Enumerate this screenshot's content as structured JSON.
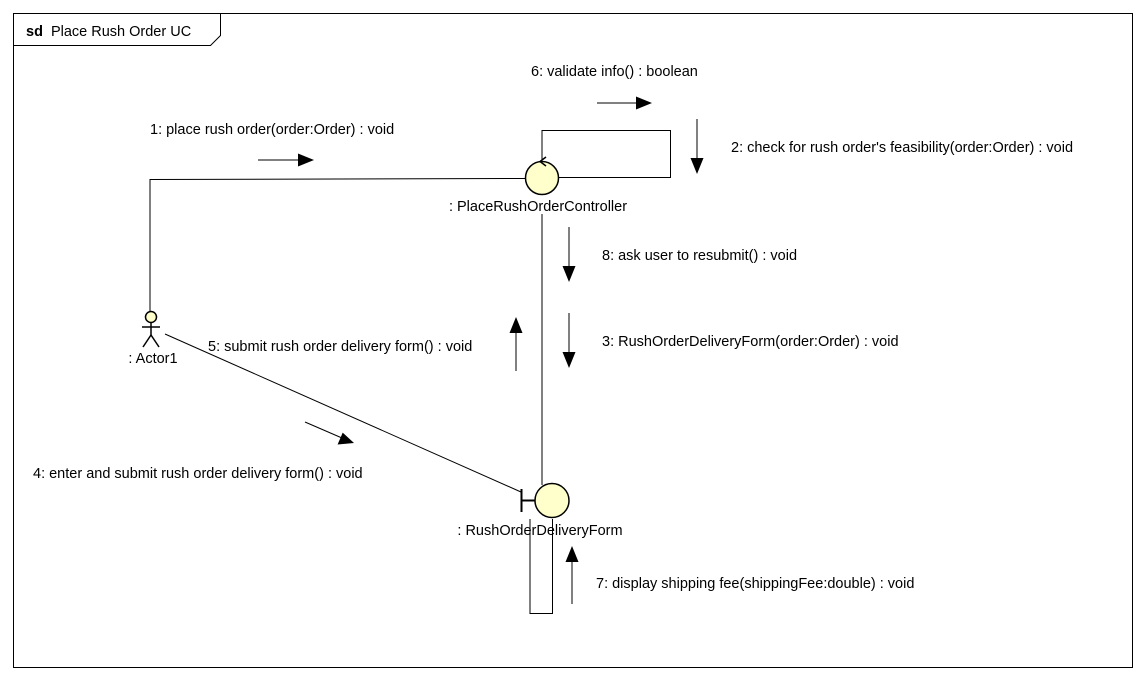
{
  "frame": {
    "keyword": "sd",
    "name": "Place Rush Order UC"
  },
  "objects": {
    "controller": ": PlaceRushOrderController",
    "form": ": RushOrderDeliveryForm",
    "actor": ": Actor1"
  },
  "messages": {
    "m1": "1: place rush order(order:Order) : void",
    "m2": "2: check for rush order's feasibility(order:Order) : void",
    "m3": "3: RushOrderDeliveryForm(order:Order) : void",
    "m4": "4: enter and submit rush order delivery form() : void",
    "m5": "5: submit rush order delivery form() : void",
    "m6": "6: validate info() : boolean",
    "m7": "7: display shipping fee(shippingFee:double) : void",
    "m8": "8: ask user to resubmit() : void"
  },
  "colors": {
    "object_fill": "#ffffcc",
    "stroke": "#000000",
    "background": "#ffffff"
  }
}
